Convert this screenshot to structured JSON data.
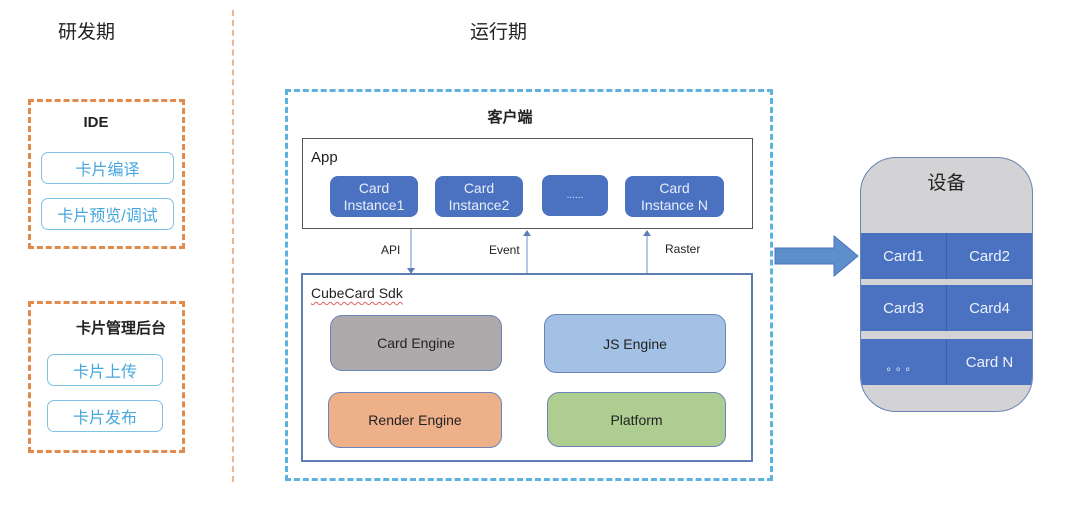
{
  "phases": {
    "dev": "研发期",
    "runtime": "运行期"
  },
  "ide": {
    "title": "IDE",
    "buttons": [
      "卡片编译",
      "卡片预览/调试"
    ]
  },
  "admin": {
    "title": "卡片管理后台",
    "buttons": [
      "卡片上传",
      "卡片发布"
    ]
  },
  "client": {
    "title": "客户端",
    "app": {
      "label": "App",
      "instances": [
        {
          "line1": "Card",
          "line2": "Instance1"
        },
        {
          "line1": "Card",
          "line2": "Instance2"
        },
        {
          "line1": "......",
          "line2": ""
        },
        {
          "line1": "Card",
          "line2": "Instance N"
        }
      ]
    },
    "arrows": {
      "api": "API",
      "event": "Event",
      "raster": "Raster"
    },
    "sdk": {
      "label": "CubeCard Sdk",
      "engines": [
        "Card Engine",
        "JS Engine",
        "Render Engine",
        "Platform"
      ]
    }
  },
  "device": {
    "title": "设备",
    "rows": [
      [
        "Card1",
        "Card2"
      ],
      [
        "Card3",
        "Card4"
      ],
      [
        "。。。",
        "Card N"
      ]
    ]
  },
  "colors": {
    "orange_dash": "#e08a4c",
    "blue_dash": "#5eb2e0",
    "instance_blue": "#4a72c0",
    "card_engine": "#aeaaab",
    "js_engine": "#a2c1e4",
    "render_engine": "#edb088",
    "platform": "#aecd91",
    "device_bg": "#d3d2d4"
  }
}
